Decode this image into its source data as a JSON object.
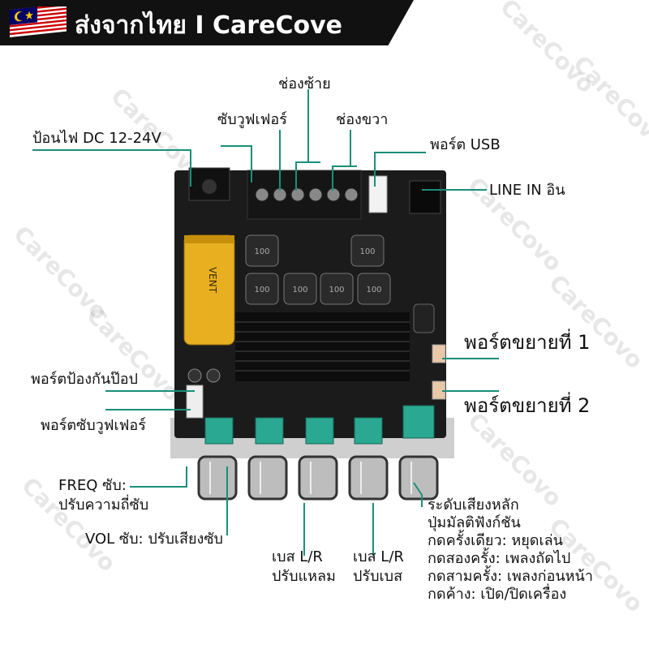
{
  "banner": {
    "title": "ส่งจากไทย I CareCove"
  },
  "watermark": "CareCovo",
  "labels": {
    "dc_input": "ป้อนไฟ DC 12-24V",
    "sub_woofer": "ซับวูฟเฟอร์",
    "left_channel": "ช่องซ้าย",
    "right_channel": "ช่องขวา",
    "usb_port": "พอร์ต USB",
    "line_in": "LINE IN อิน",
    "expand_1": "พอร์ตขยายที่ 1",
    "expand_2": "พอร์ตขยายที่ 2",
    "pop_guard": "พอร์ตป้องกันป๊อป",
    "sub_port": "พอร์ตซับวูฟเฟอร์",
    "freq_line1": "FREQ ซับ:",
    "freq_line2": "ปรับความถี่ซับ",
    "vol_sub": "VOL ซับ:  ปรับเสียงซับ",
    "treble_line1": "เบส L/R",
    "treble_line2": "ปรับแหลม",
    "bass_line1": "เบส L/R",
    "bass_line2": "ปรับเบส",
    "master_lines": [
      "ระดับเสียงหลัก",
      "ปุ่มมัลติฟังก์ชัน",
      "กดครั้งเดียว:  หยุดเล่น",
      "กดสองครั้ง:  เพลงถัดไป",
      "กดสามครั้ง:  เพลงก่อนหน้า",
      "กดค้าง:  เปิด/ปิดเครื่อง"
    ]
  },
  "board": {
    "capacitor_text": "VENT",
    "inductor_text": "100"
  },
  "colors": {
    "line": "#1a8f7a",
    "board": "#1b1b1b",
    "heatsink": "#0d0d0d",
    "pot": "#2aa892",
    "capacitor": "#e8b020"
  }
}
